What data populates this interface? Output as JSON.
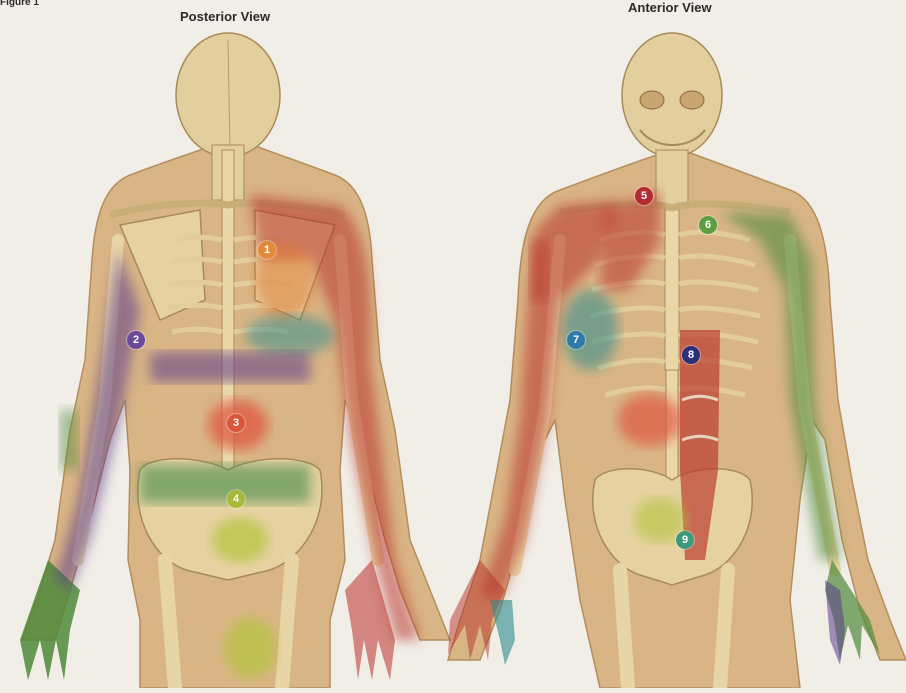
{
  "figure_label": "Figure 1",
  "posterior_title": "Posterior View",
  "anterior_title": "Anterior View",
  "colors": {
    "background": "#f1eee7",
    "bone": "#e3cf9e",
    "skin": "#d9b585",
    "muscle_red": "#b8322a",
    "purple": "#5b3a8c",
    "green": "#4f8a3a",
    "teal": "#2b8a8e",
    "orange": "#e07a35",
    "yellow_green": "#b3c43a"
  },
  "markers": [
    {
      "id": "1",
      "color": "#e08a3a"
    },
    {
      "id": "2",
      "color": "#6a4a9c"
    },
    {
      "id": "3",
      "color": "#d9573a"
    },
    {
      "id": "4",
      "color": "#a8b83a"
    },
    {
      "id": "5",
      "color": "#b52a32"
    },
    {
      "id": "6",
      "color": "#5aa040"
    },
    {
      "id": "7",
      "color": "#2f7aa8"
    },
    {
      "id": "8",
      "color": "#2c2f7a"
    },
    {
      "id": "9",
      "color": "#3f9a7a"
    }
  ]
}
